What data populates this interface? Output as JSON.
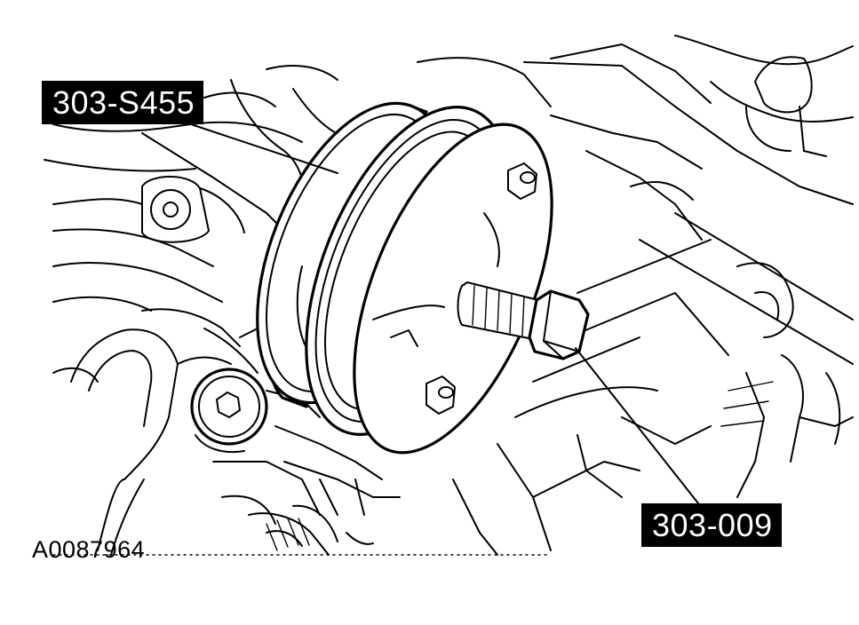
{
  "diagram": {
    "callouts": [
      {
        "id": "tool-303-S455",
        "label": "303-S455"
      },
      {
        "id": "tool-303-009",
        "label": "303-009"
      }
    ],
    "figure_id": "A0087964",
    "colors": {
      "ink": "#000000",
      "paper": "#ffffff",
      "label_bg": "#000000",
      "label_text": "#ffffff"
    }
  }
}
